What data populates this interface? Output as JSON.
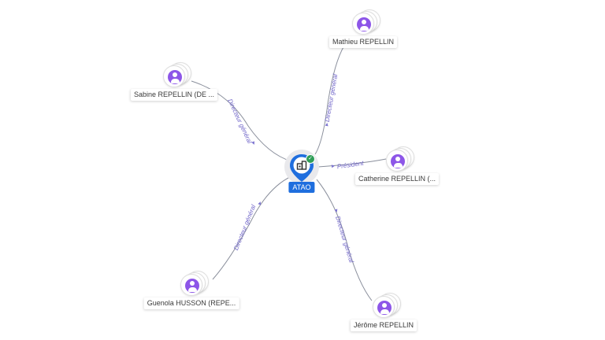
{
  "center": {
    "label": "ATAO",
    "icon": "building-icon",
    "verified_icon": "check-icon"
  },
  "people": [
    {
      "id": "mathieu",
      "name": "Mathieu REPELLIN",
      "role": "Directeur général",
      "icon": "person-icon"
    },
    {
      "id": "sabine",
      "name": "Sabine REPELLIN (DE ...",
      "role": "Directeur général",
      "icon": "person-icon"
    },
    {
      "id": "catherine",
      "name": "Catherine REPELLIN (...",
      "role": "Président",
      "icon": "person-icon"
    },
    {
      "id": "guenola",
      "name": "Guenola HUSSON (REPE...",
      "role": "Directeur général",
      "icon": "person-icon"
    },
    {
      "id": "jerome",
      "name": "Jérôme REPELLIN",
      "role": "Directeur général",
      "icon": "person-icon"
    }
  ],
  "colors": {
    "person": "#8d56e8",
    "center_pin": "#1f6ede",
    "verified": "#2f9e57",
    "edge_label": "#6e63c8"
  }
}
